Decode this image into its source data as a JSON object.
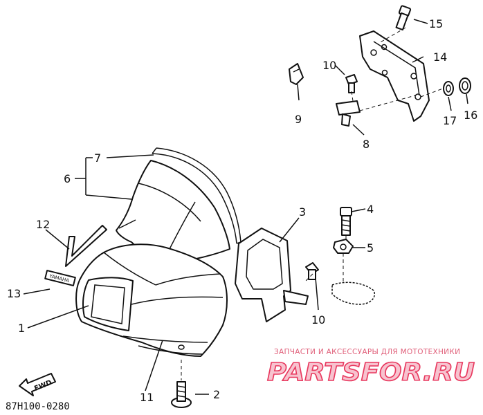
{
  "callouts": {
    "c1": "1",
    "c2": "2",
    "c3": "3",
    "c4": "4",
    "c5": "5",
    "c6": "6",
    "c7": "7",
    "c8": "8",
    "c9": "9",
    "c10a": "10",
    "c10b": "10",
    "c11": "11",
    "c12": "12",
    "c13": "13",
    "c14": "14",
    "c15": "15",
    "c16": "16",
    "c17": "17"
  },
  "diagram_code": "87H100-0280",
  "direction_arrow": "FWD",
  "emblem_text": "YAMAHA",
  "watermark": {
    "tagline": "ЗАПЧАСТИ И АКСЕССУАРЫ ДЛЯ МОТОТЕХНИКИ",
    "logo": "PARTSFOR.RU"
  },
  "colors": {
    "line": "#111111",
    "watermark": "#e8395f"
  }
}
